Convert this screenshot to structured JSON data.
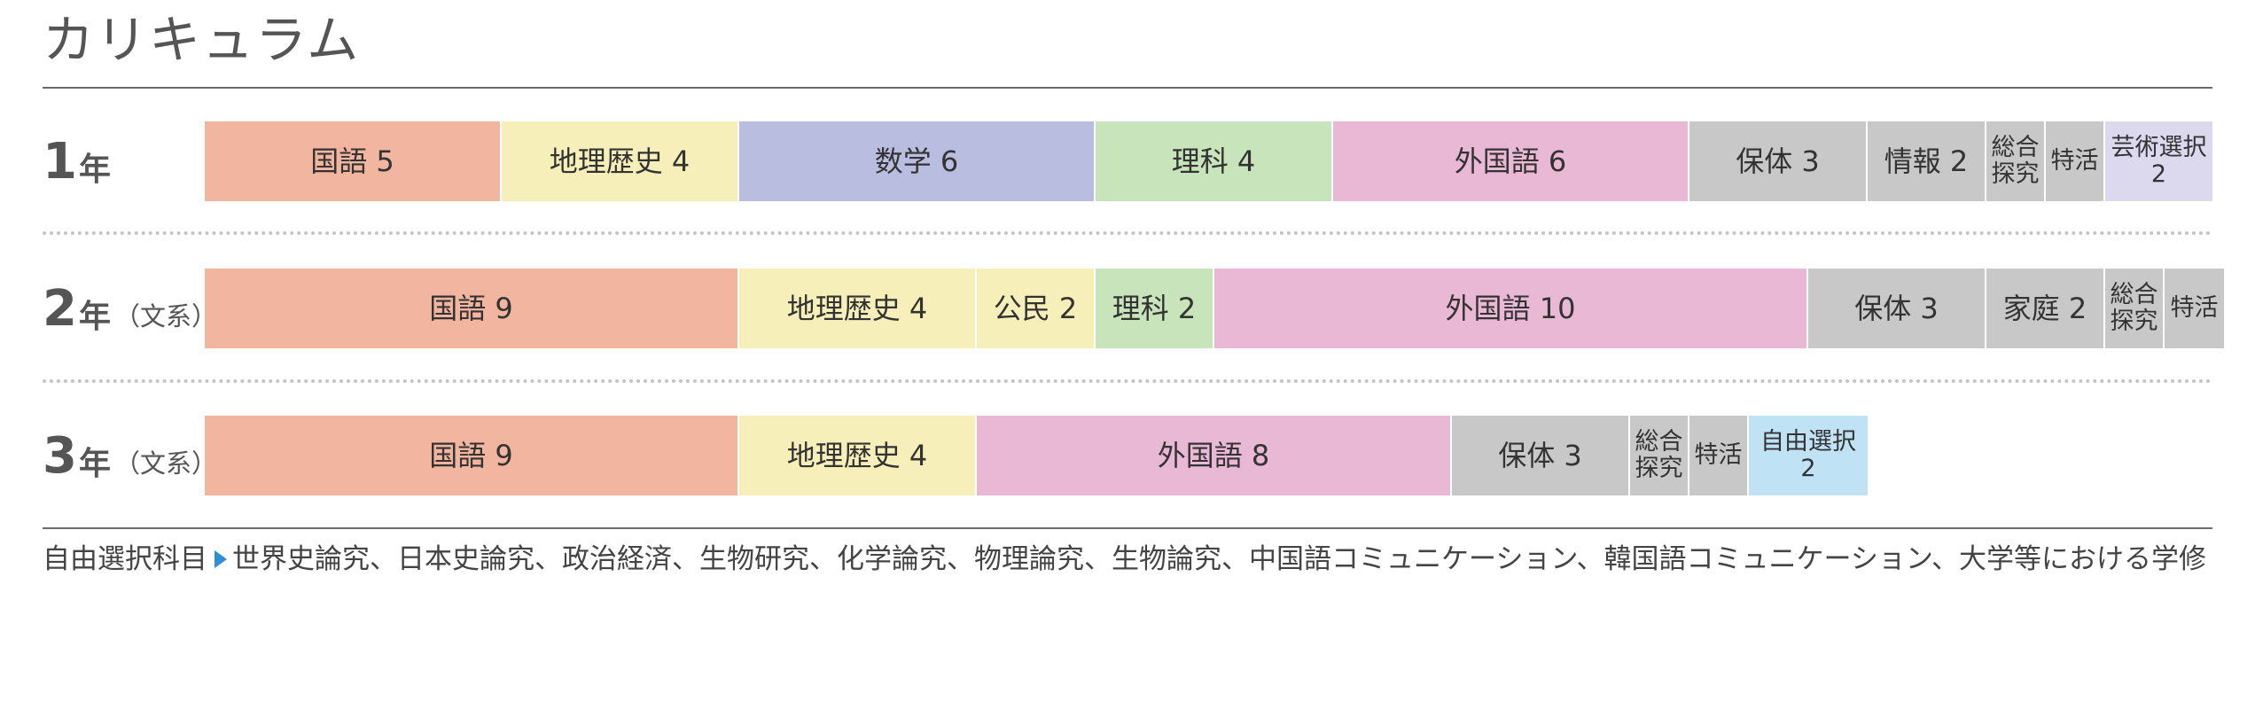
{
  "title": "カリキュラム",
  "grades": [
    {
      "num": "1",
      "nen": "年",
      "sub": "",
      "cells": [
        {
          "label": "国語 5",
          "color": "#f2b5a0"
        },
        {
          "label": "地理歴史 4",
          "color": "#f7efba"
        },
        {
          "label": "数学 6",
          "color": "#b9bde0"
        },
        {
          "label": "理科 4",
          "color": "#c8e4bb"
        },
        {
          "label": "外国語 6",
          "color": "#e9b8d4"
        },
        {
          "label": "保体 3",
          "color": "#c8c8c8"
        },
        {
          "label": "情報 2",
          "color": "#c8c8c8"
        },
        {
          "label": "総合\n探究",
          "color": "#c8c8c8"
        },
        {
          "label": "特活",
          "color": "#c8c8c8"
        },
        {
          "label": "芸術選択\n2",
          "color": "#dcd9ee"
        }
      ]
    },
    {
      "num": "2",
      "nen": "年",
      "sub": "（文系）",
      "cells": [
        {
          "label": "国語 9",
          "color": "#f2b5a0"
        },
        {
          "label": "地理歴史 4",
          "color": "#f7efba"
        },
        {
          "label": "公民 2",
          "color": "#f7efba"
        },
        {
          "label": "理科 2",
          "color": "#c8e4bb"
        },
        {
          "label": "外国語 10",
          "color": "#e9b8d4"
        },
        {
          "label": "保体 3",
          "color": "#c8c8c8"
        },
        {
          "label": "家庭 2",
          "color": "#c8c8c8"
        },
        {
          "label": "総合\n探究",
          "color": "#c8c8c8"
        },
        {
          "label": "特活",
          "color": "#c8c8c8"
        }
      ]
    },
    {
      "num": "3",
      "nen": "年",
      "sub": "（文系）",
      "cells": [
        {
          "label": "国語 9",
          "color": "#f2b5a0"
        },
        {
          "label": "地理歴史 4",
          "color": "#f7efba"
        },
        {
          "label": "外国語 8",
          "color": "#e9b8d4"
        },
        {
          "label": "保体 3",
          "color": "#c8c8c8"
        },
        {
          "label": "総合\n探究",
          "color": "#c8c8c8"
        },
        {
          "label": "特活",
          "color": "#c8c8c8"
        },
        {
          "label": "自由選択\n2",
          "color": "#bfe2f5"
        }
      ]
    }
  ],
  "elective_note": {
    "label": "自由選択科目",
    "arrow_color": "#2f8fd1",
    "text": "世界史論究、日本史論究、政治経済、生物研究、化学論究、物理論究、生物論究、中国語コミュニケーション、韓国語コミュニケーション、大学等における学修"
  }
}
